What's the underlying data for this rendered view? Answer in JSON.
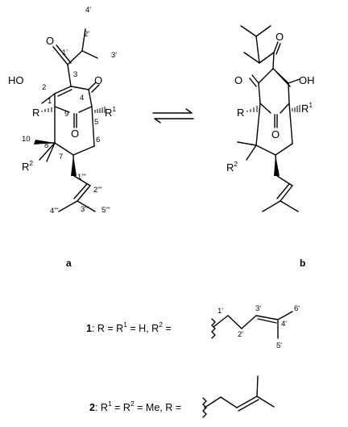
{
  "colors": {
    "ink": "#000000",
    "background": "#ffffff"
  },
  "tautomer_a": {
    "label": "a",
    "atoms": {
      "hydroxyl": "HO",
      "R": "R",
      "R1": "R",
      "R1_sup": "1",
      "R2": "R",
      "R2_sup": "2",
      "oxo_1p": "O",
      "oxo_4": "O",
      "oxo_9": "O"
    },
    "locants": {
      "n1": "1",
      "n2": "2",
      "n3": "3",
      "n4": "4",
      "n5": "5",
      "n6": "6",
      "n7": "7",
      "n8": "8",
      "n9": "9",
      "n10": "10",
      "n1p": "1'",
      "n2p": "2'",
      "n3p": "3'",
      "n4p": "4'",
      "n1t": "1'''",
      "n2t": "2'''",
      "n3t": "3'''",
      "n4t": "4'''",
      "n5t": "5'''"
    }
  },
  "tautomer_b": {
    "label": "b",
    "atoms": {
      "hydroxyl": "OH",
      "R": "R",
      "R1": "R",
      "R1_sup": "1",
      "R2": "R",
      "R2_sup": "2",
      "oxo_2": "O",
      "oxo_side": "O",
      "oxo_9": "O"
    }
  },
  "equilibrium_icon": "equilibrium-arrows",
  "compound_1": {
    "number": "1",
    "text": ": R = R",
    "sup1": "1",
    "text2": " = H,  R",
    "sup2": "2",
    "text3": " =",
    "locants": {
      "p1": "1'",
      "p2": "2'",
      "p3": "3'",
      "p4": "4'",
      "p5": "5'",
      "p6": "6'"
    }
  },
  "compound_2": {
    "number": "2",
    "text": ": R",
    "sup1": "1",
    "text2": " = R",
    "sup2": "2",
    "text3": " = Me,  R ="
  }
}
